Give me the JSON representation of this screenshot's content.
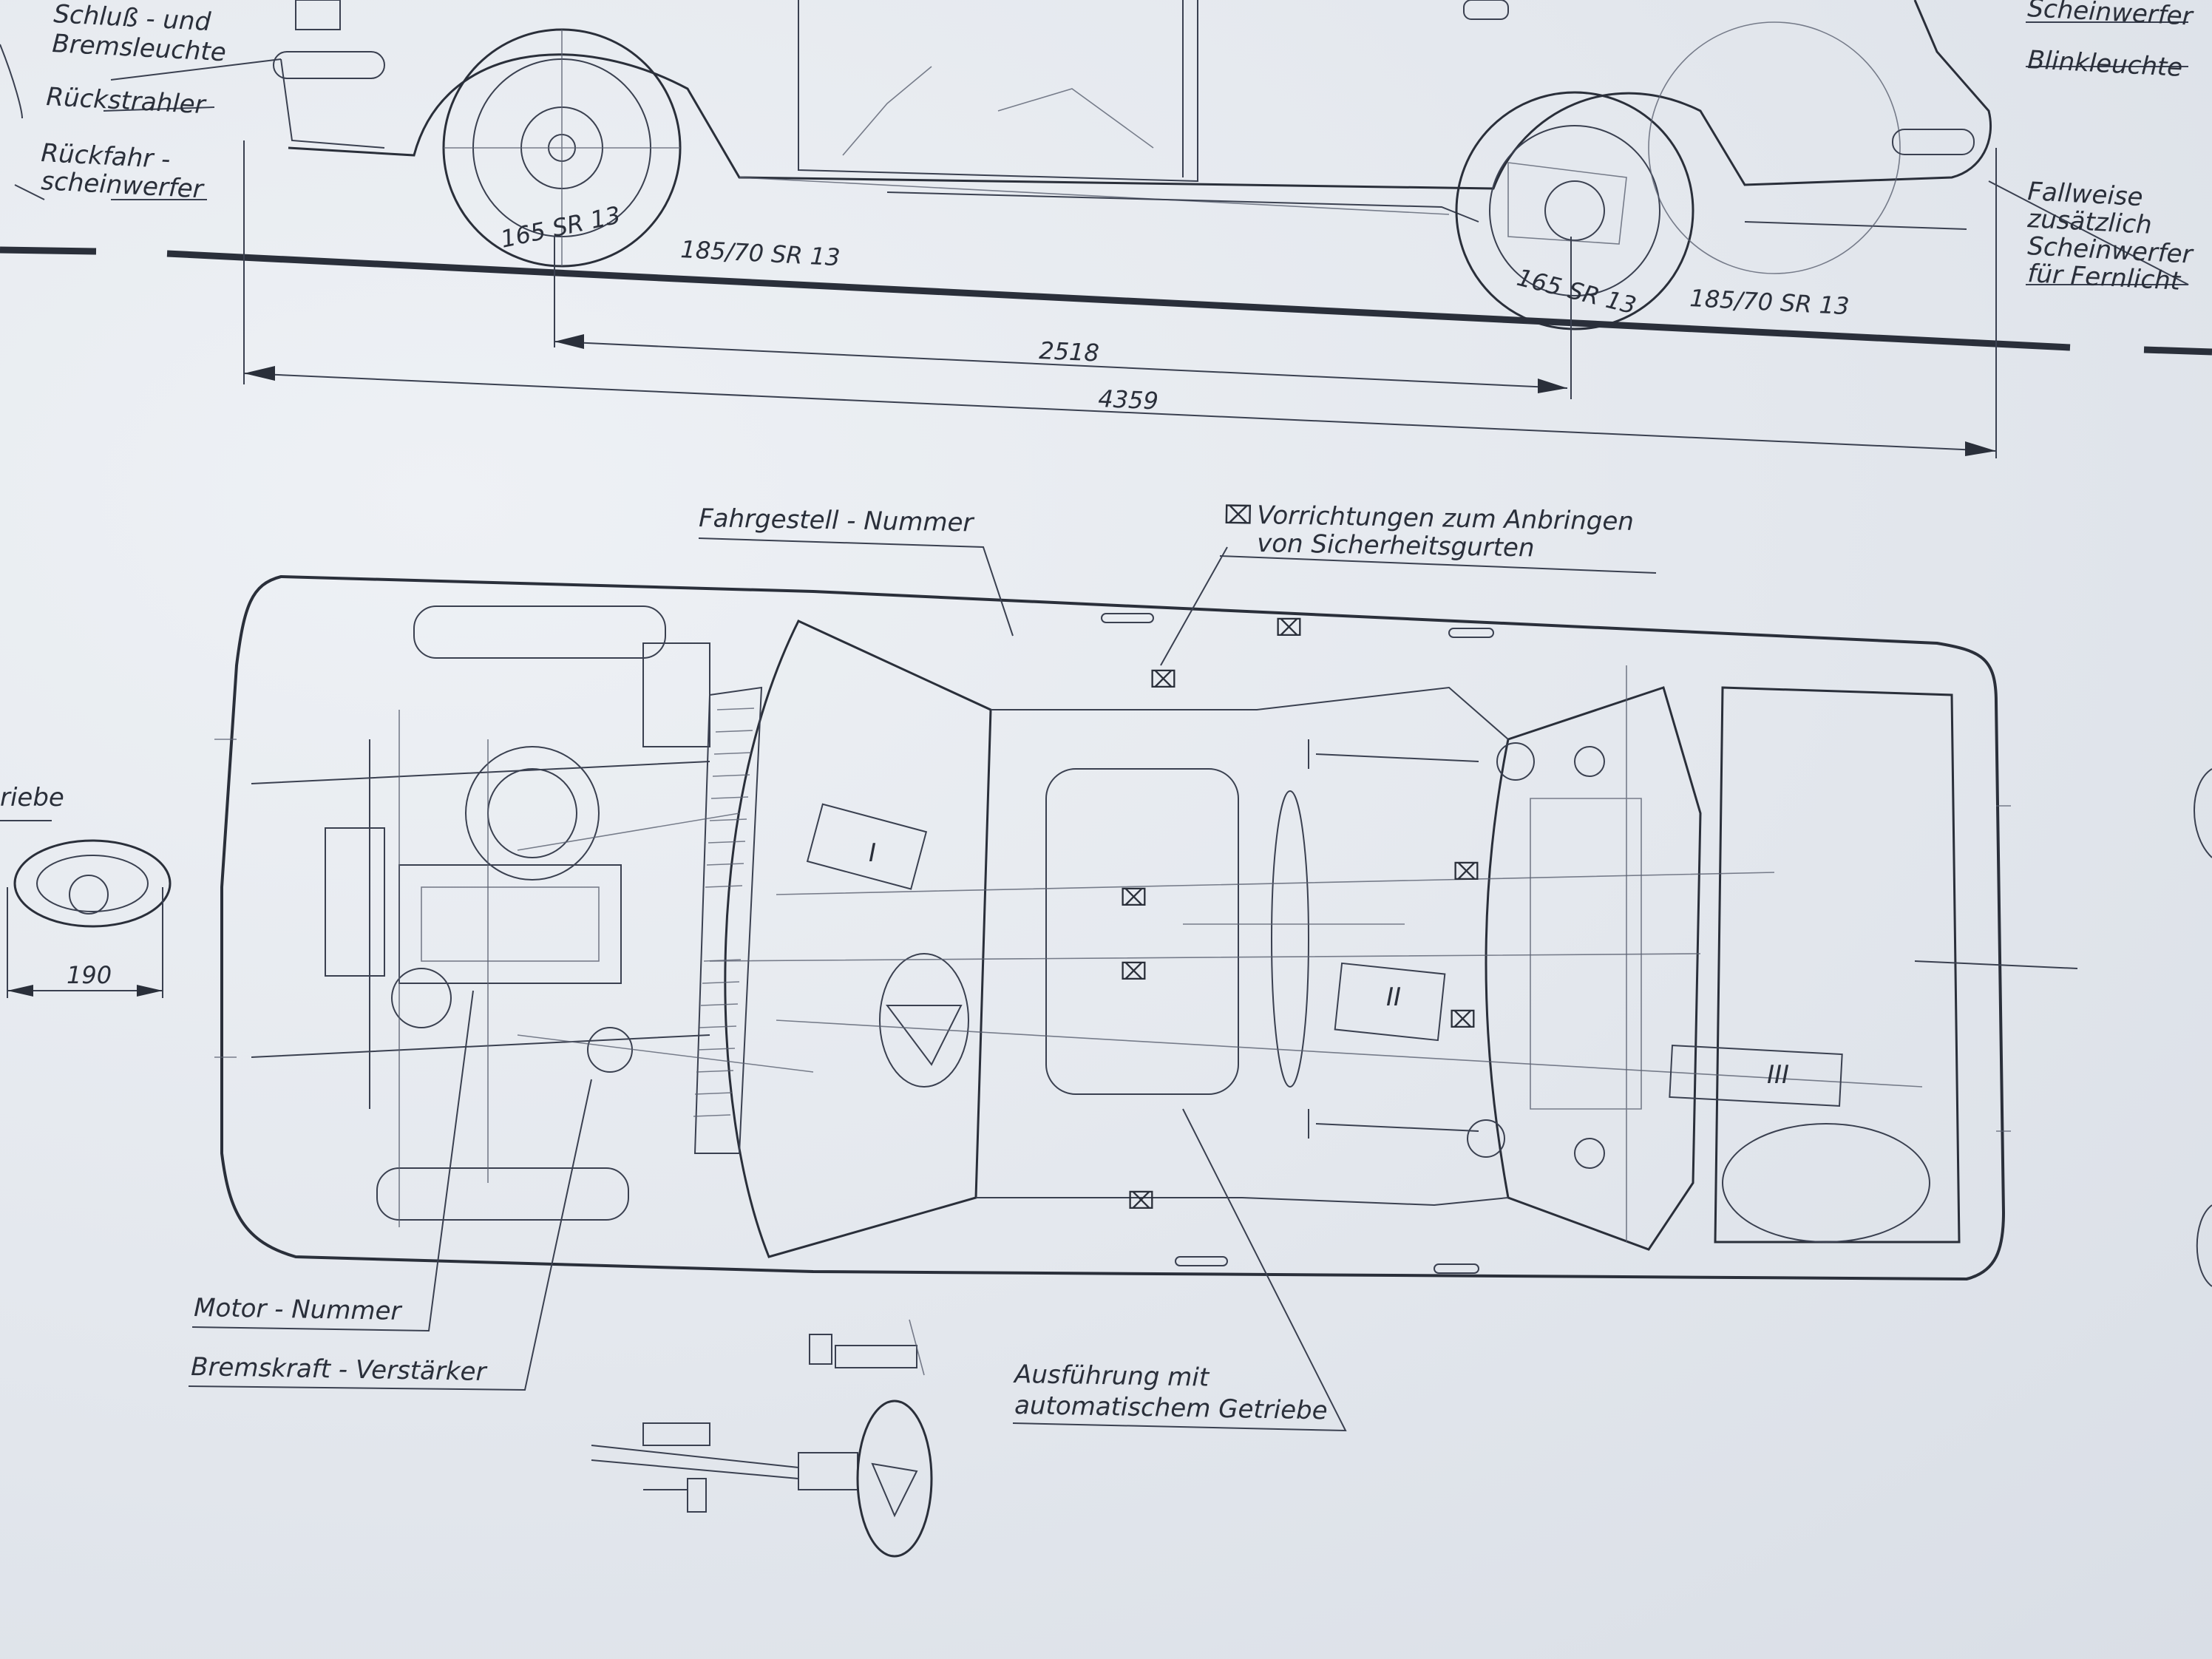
{
  "labels": {
    "tail_light": [
      "Schluß - und",
      "Bremsleuchte"
    ],
    "reflector": "Rückstrahler",
    "reverse_light": [
      "Rückfahr -",
      "scheinwerfer"
    ],
    "headlight": "Scheinwerfer",
    "indicator": "Blinkleuchte",
    "high_beam": [
      "Fallweise",
      "zusätzlich",
      "Scheinwerfer",
      "für Fernlicht"
    ],
    "chassis_number": "Fahrgestell - Nummer",
    "seatbelt_mounts": [
      "Vorrichtungen zum Anbringen",
      "von Sicherheitsgurten"
    ],
    "seatbelt_symbol": "⌧",
    "engine_number": "Motor - Nummer",
    "brake_booster": "Bremskraft - Verstärker",
    "automatic": [
      "Ausführung mit",
      "automatischem Getriebe"
    ],
    "gearbox_partial": "riebe"
  },
  "tyres": {
    "rear_std": "165 SR 13",
    "rear_opt": "185/70 SR 13",
    "front_std": "165 SR 13",
    "front_opt": "185/70 SR 13"
  },
  "dimensions": {
    "wheelbase": "2518",
    "length": "4359",
    "exhaust_width": "190"
  },
  "roman": [
    "I",
    "II",
    "III"
  ]
}
